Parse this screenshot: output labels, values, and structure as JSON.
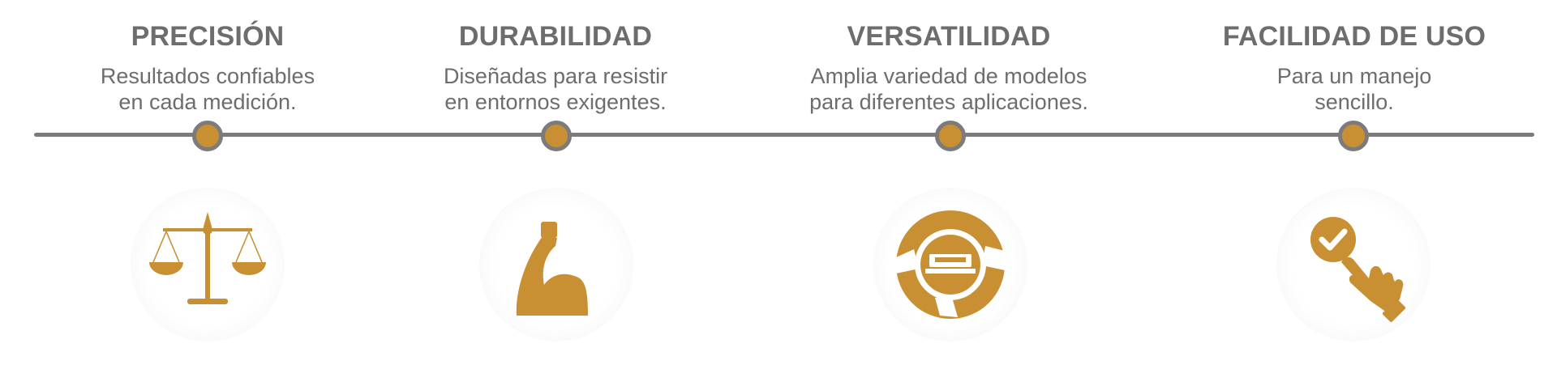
{
  "colors": {
    "accent": "#c89032",
    "text": "#6d6d6d",
    "line": "#7b7b7b"
  },
  "features": [
    {
      "title": "PRECISIÓN",
      "desc_line1": "Resultados confiables",
      "desc_line2": "en cada medición.",
      "icon": "balance-scale-icon"
    },
    {
      "title": "DURABILIDAD",
      "desc_line1": "Diseñadas para resistir",
      "desc_line2": "en entornos exigentes.",
      "icon": "flexed-arm-icon"
    },
    {
      "title": "VERSATILIDAD",
      "desc_line1": "Amplia variedad de modelos",
      "desc_line2": "para diferentes aplicaciones.",
      "icon": "cycle-scale-icon"
    },
    {
      "title": "FACILIDAD DE USO",
      "desc_line1": "Para un manejo",
      "desc_line2": "sencillo.",
      "icon": "hand-check-icon"
    }
  ]
}
